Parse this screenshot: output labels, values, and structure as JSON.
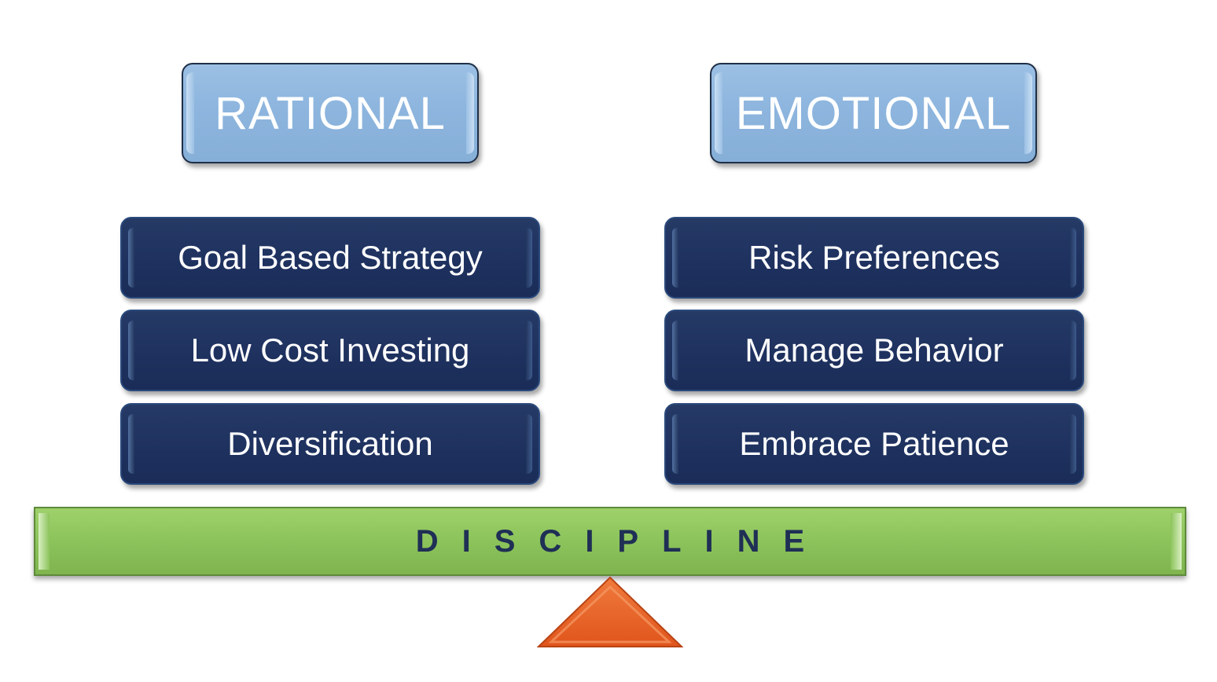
{
  "left_column": {
    "header": "RATIONAL",
    "items": [
      "Goal Based Strategy",
      "Low Cost Investing",
      "Diversification"
    ]
  },
  "right_column": {
    "header": "EMOTIONAL",
    "items": [
      "Risk Preferences",
      "Manage Behavior",
      "Embrace Patience"
    ]
  },
  "beam": {
    "label": "DISCIPLINE"
  },
  "colors": {
    "header_fill": "#8db5de",
    "item_fill": "#1f3260",
    "beam_fill": "#8cc35b",
    "beam_text": "#1f2f55",
    "fulcrum_fill": "#e8642a"
  }
}
